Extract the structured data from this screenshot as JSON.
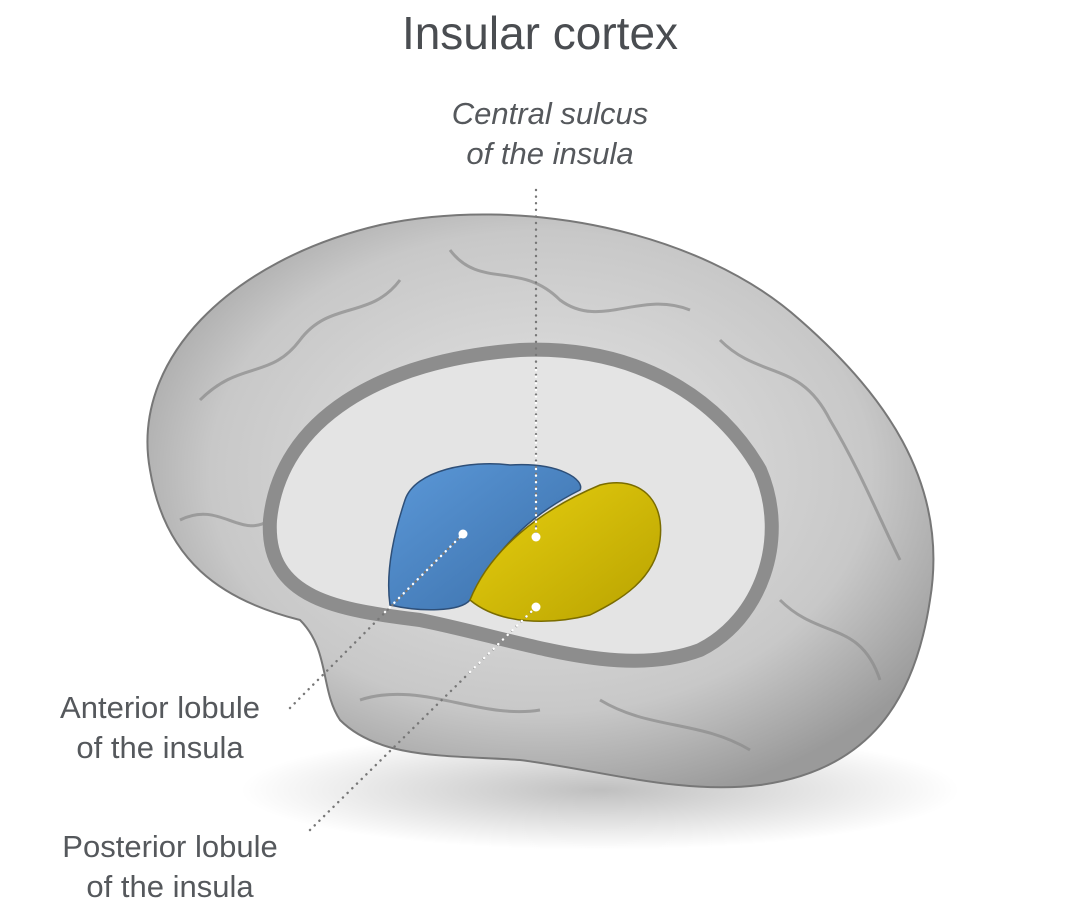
{
  "title": "Insular cortex",
  "labels": {
    "central": {
      "line1": "Central sulcus",
      "line2": "of the insula"
    },
    "anterior": {
      "line1": "Anterior lobule",
      "line2": "of the insula"
    },
    "posterior": {
      "line1": "Posterior lobule",
      "line2": "of the insula"
    }
  },
  "colors": {
    "anterior_lobule": "#4a86c8",
    "posterior_lobule": "#d6bf05",
    "brain": "#c9c9c9"
  }
}
